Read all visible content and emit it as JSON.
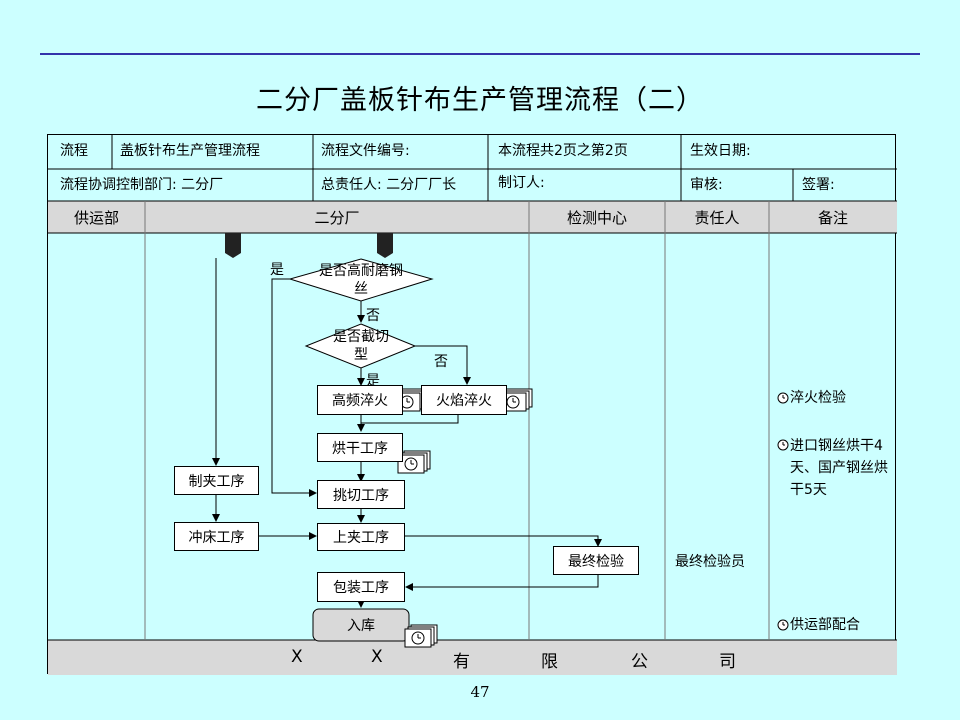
{
  "title": "二分厂盖板针布生产管理流程（二）",
  "page_number": "47",
  "header": {
    "row1": {
      "label_process": "流程",
      "process_name": "盖板针布生产管理流程",
      "doc_no": "流程文件编号:",
      "page_info": "本流程共2页之第2页",
      "effective_date": "生效日期:"
    },
    "row2": {
      "coord_dept": "流程协调控制部门: 二分厂",
      "owner": "总责任人: 二分厂厂长",
      "author": "制订人:",
      "review": "审核:",
      "sign": "签署:"
    }
  },
  "columns": [
    "供运部",
    "二分厂",
    "检测中心",
    "责任人",
    "备注"
  ],
  "nodes": {
    "decision1": "是否高耐磨钢丝",
    "decision2": "是否截切型",
    "high_freq": "高频淬火",
    "flame": "火焰淬火",
    "drying": "烘干工序",
    "pick_cut": "挑切工序",
    "upper_clip": "上夹工序",
    "packing": "包装工序",
    "warehouse": "入库",
    "clip_make": "制夹工序",
    "punch": "冲床工序",
    "final_check": "最终检验"
  },
  "edge_labels": {
    "d1_yes": "是",
    "d1_no": "否",
    "d2_no": "否",
    "d2_yes": "是"
  },
  "responsible": {
    "final_inspector": "最终检验员"
  },
  "notes": {
    "quench": "淬火检验",
    "dry": "进口钢丝烘干4天、国产钢丝烘干5天",
    "warehouse": "供运部配合"
  },
  "footer": [
    "X",
    "X",
    "有",
    "限",
    "公",
    "司"
  ]
}
